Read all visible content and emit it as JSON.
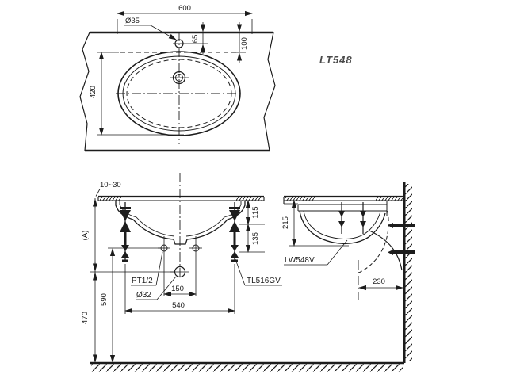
{
  "title": {
    "model": "LT548"
  },
  "plan_view": {
    "width": "600",
    "hole_dia": "Ø35",
    "hole_setback": "65",
    "edge_setback": "100",
    "cutout_depth": "420"
  },
  "front_view": {
    "counter_thickness": "10~30",
    "counter_height": "(A)",
    "supply_drop": "115",
    "valve_length": "135",
    "supply_thread": "PT1/2",
    "drain_dia": "Ø32",
    "supply_pitch": "150",
    "fitting_pitch": "540",
    "supply_height": "590",
    "drain_height": "470",
    "valve_model": "TL516GV"
  },
  "side_view": {
    "bowl_depth": "215",
    "basin_model": "LW548V",
    "drain_to_wall": "230"
  }
}
